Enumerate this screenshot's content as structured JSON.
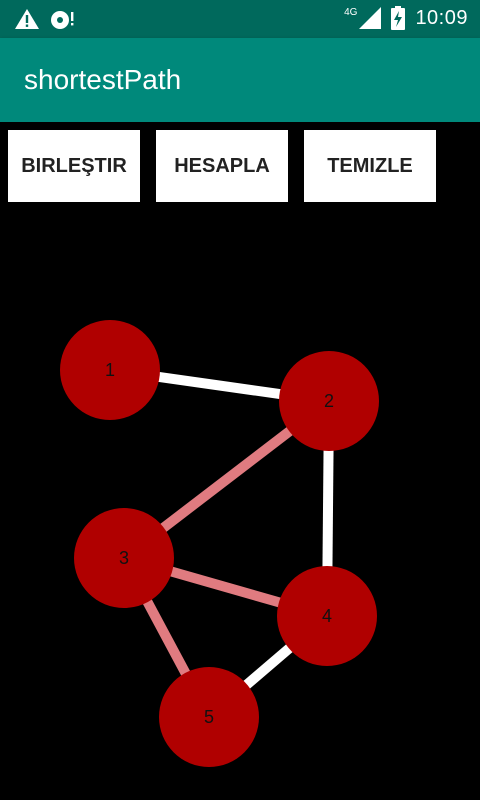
{
  "status_bar": {
    "time": "10:09",
    "network": "4G",
    "icons": [
      "warning-icon",
      "disk-alert-icon",
      "signal-icon",
      "battery-charging-icon"
    ]
  },
  "app_bar": {
    "title": "shortestPath"
  },
  "buttons": {
    "connect": "BIRLEŞTIR",
    "calculate": "HESAPLA",
    "clear": "TEMIZLE"
  },
  "graph": {
    "nodes": [
      {
        "id": "1",
        "label": "1"
      },
      {
        "id": "2",
        "label": "2"
      },
      {
        "id": "3",
        "label": "3"
      },
      {
        "id": "4",
        "label": "4"
      },
      {
        "id": "5",
        "label": "5"
      }
    ],
    "edges": [
      {
        "from": "1",
        "to": "2",
        "highlighted": false
      },
      {
        "from": "2",
        "to": "4",
        "highlighted": false
      },
      {
        "from": "4",
        "to": "5",
        "highlighted": false
      },
      {
        "from": "2",
        "to": "3",
        "highlighted": true
      },
      {
        "from": "3",
        "to": "4",
        "highlighted": true
      },
      {
        "from": "3",
        "to": "5",
        "highlighted": true
      }
    ],
    "colors": {
      "node": "#b00000",
      "edge": "#ffffff",
      "highlight": "#e07b80",
      "background": "#000000"
    }
  }
}
